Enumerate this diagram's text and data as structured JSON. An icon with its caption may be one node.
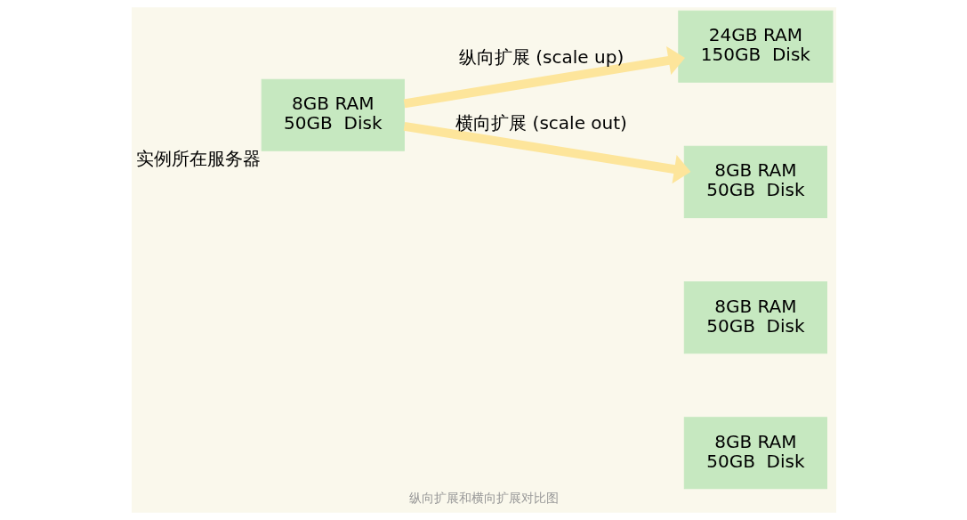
{
  "diagram": {
    "caption": "纵向扩展和横向扩展对比图",
    "nodes": [
      {
        "text": [
          "8GB RAM",
          "50GB  Disk"
        ],
        "beside": [
          "实例所在服务器"
        ]
      },
      {
        "text": [
          "24GB RAM",
          "150GB  Disk"
        ]
      },
      {
        "text": [
          "8GB RAM",
          "50GB  Disk"
        ]
      },
      {
        "text": [
          "8GB RAM",
          "50GB  Disk"
        ]
      },
      {
        "text": [
          "8GB RAM",
          "50GB  Disk"
        ]
      }
    ],
    "edges": [
      {
        "from": 0,
        "to": 1,
        "arrow": "to",
        "label": "纵向扩展 (scale up)"
      },
      {
        "from": 0,
        "to": 2,
        "arrow": "to",
        "label": "横向扩展 (scale out)"
      }
    ]
  }
}
